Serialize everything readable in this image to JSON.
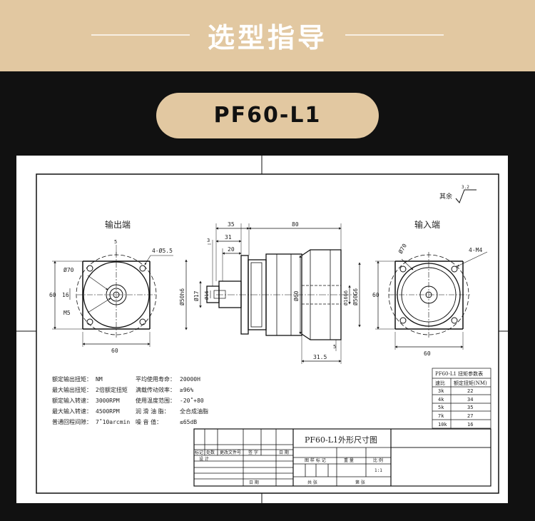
{
  "header": {
    "title": "选型指导"
  },
  "model_pill": {
    "label": "PF60-L1"
  },
  "drawing": {
    "roughness_label": "其余",
    "roughness_value": "3.2",
    "output_side": {
      "title": "输出端",
      "dim_hole": "4-Ø5.5",
      "dim_circle": "Ø70",
      "dim_height": "60",
      "dim_16": "16",
      "dim_5": "5",
      "dim_m5": "M5",
      "dim_width": "60"
    },
    "side_view": {
      "dim_35": "35",
      "dim_31": "31",
      "dim_20": "20",
      "dim_80": "80",
      "dim_3": "3",
      "dim_d50": "Ø50h6",
      "dim_d17": "Ø17",
      "dim_d16": "Ø16",
      "dim_d60": "Ø60",
      "dim_d16g6": "Ø16G6",
      "dim_d50g6": "Ø50G6",
      "dim_5b": "5",
      "dim_31_5": "31.5"
    },
    "input_side": {
      "title": "输入端",
      "dim_circle": "Ø70",
      "dim_hole": "4-M4",
      "dim_height": "60",
      "dim_width": "60"
    },
    "specs": [
      {
        "label": "额定输出扭矩：",
        "value": "NM",
        "label2": "平均使用寿命：",
        "value2": "20000H"
      },
      {
        "label": "最大输出扭矩：",
        "value": "2倍额定扭矩",
        "label2": "满载传动效率：",
        "value2": "≥96%"
      },
      {
        "label": "额定输入转速：",
        "value": "3000RPM",
        "label2": "使用温度范围：",
        "value2": "-20˚+80"
      },
      {
        "label": "最大输入转速：",
        "value": "4500RPM",
        "label2": "润 滑 油 脂：",
        "value2": "全合成油脂"
      },
      {
        "label": "普通回程间隙：",
        "value": "7˚10arcmin",
        "label2": "噪   音   值：",
        "value2": "≤65dB"
      }
    ],
    "torque_table": {
      "title": "PF60-L1 扭矩参数表",
      "headers": [
        "速比",
        "额定扭矩(NM)"
      ],
      "rows": [
        [
          "3k",
          "22"
        ],
        [
          "4k",
          "34"
        ],
        [
          "5k",
          "35"
        ],
        [
          "7k",
          "27"
        ],
        [
          "10k",
          "16"
        ]
      ]
    },
    "title_block": {
      "drawing_title": "PF60-L1外形尺寸图",
      "rev_headers": [
        "标记",
        "处数",
        "更改文件号",
        "签 字",
        "日 期"
      ],
      "design": "设 计",
      "material": "图 样 标 记",
      "weight": "重 量",
      "ratio": "比 例",
      "scale": "1:1",
      "date": "日 期",
      "sheet_total": "共   张",
      "sheet_no": "第   张"
    }
  }
}
